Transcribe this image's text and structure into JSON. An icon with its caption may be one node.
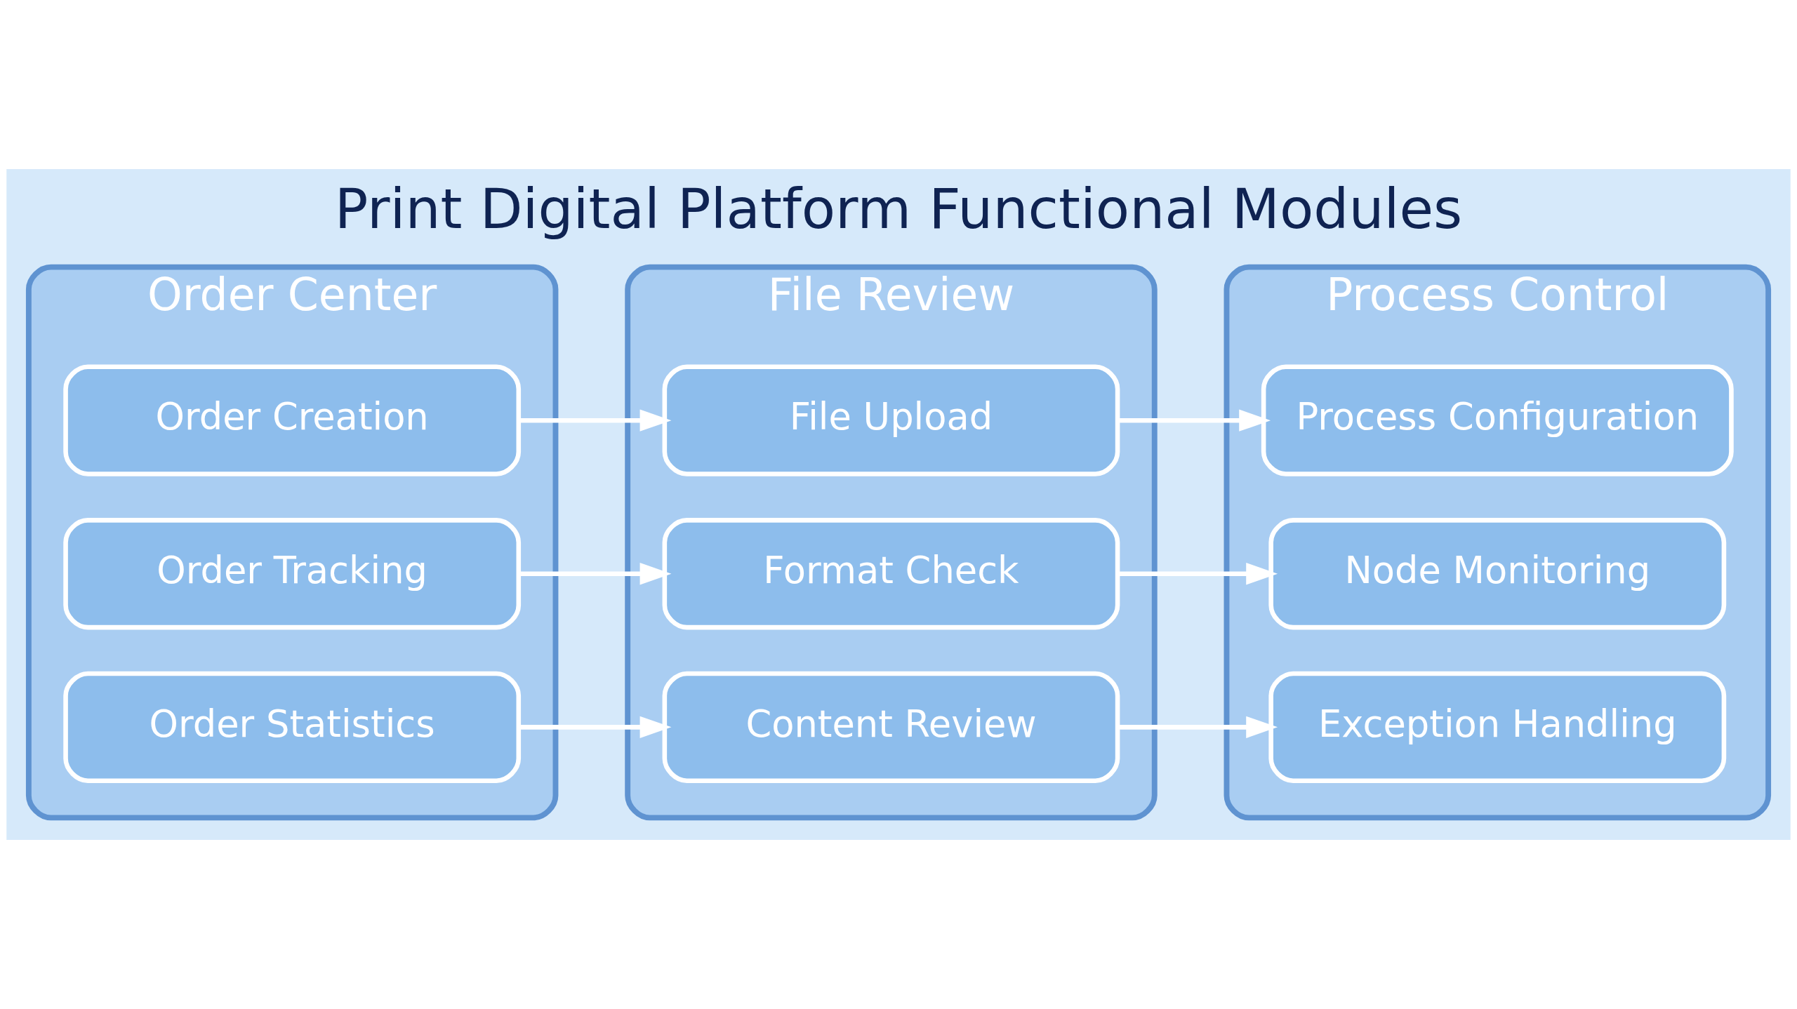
{
  "diagram": {
    "title": "Print Digital Platform Functional Modules",
    "nodes": [
      {
        "text": [
          "Order Center"
        ]
      },
      {
        "text": [
          "Order Creation"
        ],
        "in": 0
      },
      {
        "text": [
          "Order Tracking"
        ],
        "in": 0
      },
      {
        "text": [
          "Order Statistics"
        ],
        "in": 0
      },
      {
        "text": [
          "File Review"
        ]
      },
      {
        "text": [
          "File Upload"
        ],
        "in": 4
      },
      {
        "text": [
          "Format Check"
        ],
        "in": 4
      },
      {
        "text": [
          "Content Review"
        ],
        "in": 4
      },
      {
        "text": [
          "Process Control"
        ]
      },
      {
        "text": [
          "Process Configuration"
        ],
        "in": 8
      },
      {
        "text": [
          "Node Monitoring"
        ],
        "in": 8
      },
      {
        "text": [
          "Exception Handling"
        ],
        "in": 8
      }
    ],
    "edges": [
      {
        "from": 1,
        "to": 5,
        "arrow": "to"
      },
      {
        "from": 2,
        "to": 6,
        "arrow": "to"
      },
      {
        "from": 3,
        "to": 7,
        "arrow": "to"
      },
      {
        "from": 5,
        "to": 9,
        "arrow": "to"
      },
      {
        "from": 6,
        "to": 10,
        "arrow": "to"
      },
      {
        "from": 7,
        "to": 11,
        "arrow": "to"
      }
    ]
  }
}
